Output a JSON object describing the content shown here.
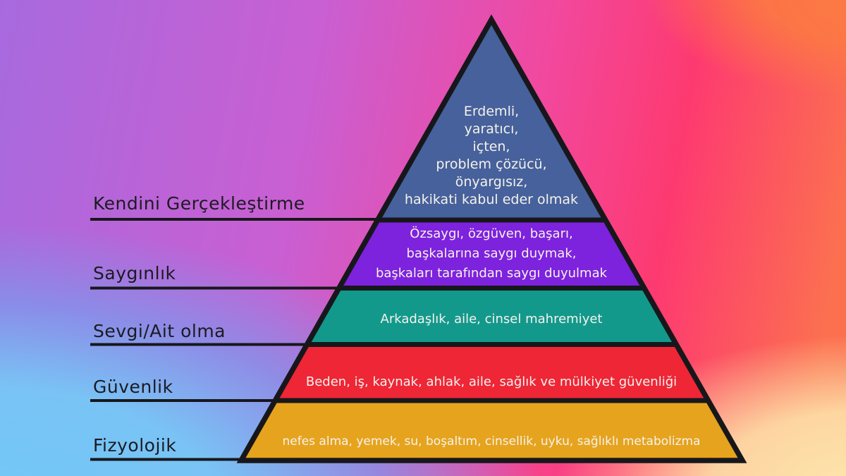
{
  "diagram": {
    "type": "maslow-hierarchy-pyramid",
    "language": "tr"
  },
  "pyramid": {
    "outline_color": "#17171b",
    "band_text_color": "#f5f2ec",
    "label_text_color": "#1b1b22",
    "levels": [
      {
        "label": "Kendini Gerçekleştirme",
        "color": "#46619b",
        "lines": [
          "Erdemli,",
          "yaratıcı,",
          "içten,",
          "problem çözücü,",
          "önyargısız,",
          "hakikati kabul eder olmak"
        ]
      },
      {
        "label": "Saygınlık",
        "color": "#7d22dd",
        "lines": [
          "Özsaygı, özgüven, başarı,",
          "başkalarına saygı duymak,",
          "başkaları tarafından saygı duyulmak"
        ]
      },
      {
        "label": "Sevgi/Ait olma",
        "color": "#13998c",
        "lines": [
          "Arkadaşlık, aile, cinsel mahremiyet"
        ]
      },
      {
        "label": "Güvenlik",
        "color": "#ee2636",
        "lines": [
          "Beden, iş, kaynak, ahlak, aile, sağlık ve mülkiyet güvenliği"
        ]
      },
      {
        "label": "Fizyolojik",
        "color": "#e6a31d",
        "lines": [
          "nefes alma, yemek, su, boşaltım, cinsellik, uyku, sağlıklı metabolizma"
        ]
      }
    ]
  },
  "background": {
    "top_left": "#a76ade",
    "top_center": "#c95fd2",
    "right_pink": "#fd3a70",
    "top_right_orange": "#fc7a42",
    "bottom_left_blue": "#70c9f7",
    "bottom_right_peach": "#fde7ae"
  }
}
